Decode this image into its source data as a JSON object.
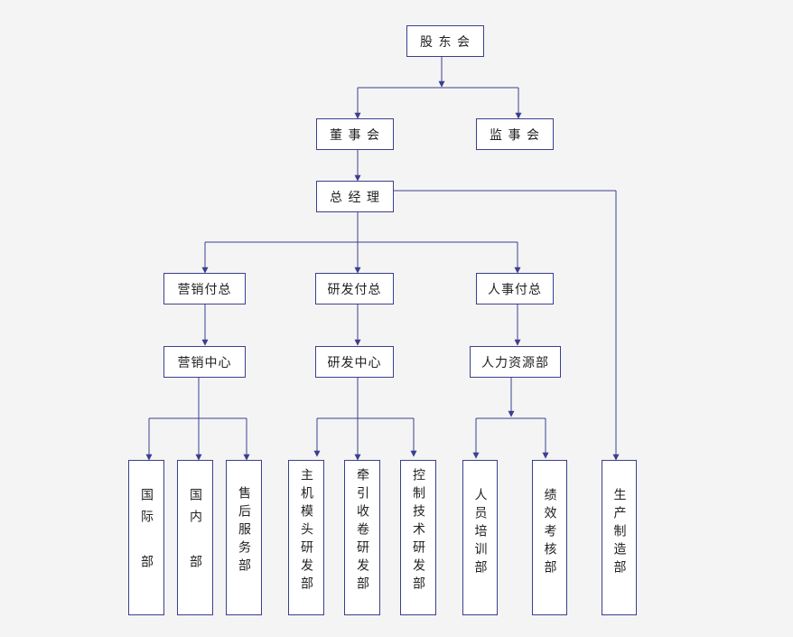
{
  "colors": {
    "line": "#3b3f8f",
    "box_border": "#3b3f8f",
    "background": "#f4f4f4"
  },
  "nodes": {
    "shareholders": "股 东 会",
    "board": "董 事 会",
    "supervisors": "监 事 会",
    "gm": "总 经 理",
    "vp_marketing": "营销付总",
    "vp_rd": "研发付总",
    "vp_hr": "人事付总",
    "marketing_center": "营销中心",
    "rd_center": "研发中心",
    "hr_dept": "人力资源部",
    "intl": "国际 部",
    "domestic": "国内 部",
    "after_sales": "售后服务部",
    "host_module_rd": "主机模头研发部",
    "traction_rd": "牵引收卷研发部",
    "control_rd": "控制技术研发部",
    "training": "人员培训部",
    "performance": "绩效考核部",
    "manufacturing": "生产制造部"
  }
}
